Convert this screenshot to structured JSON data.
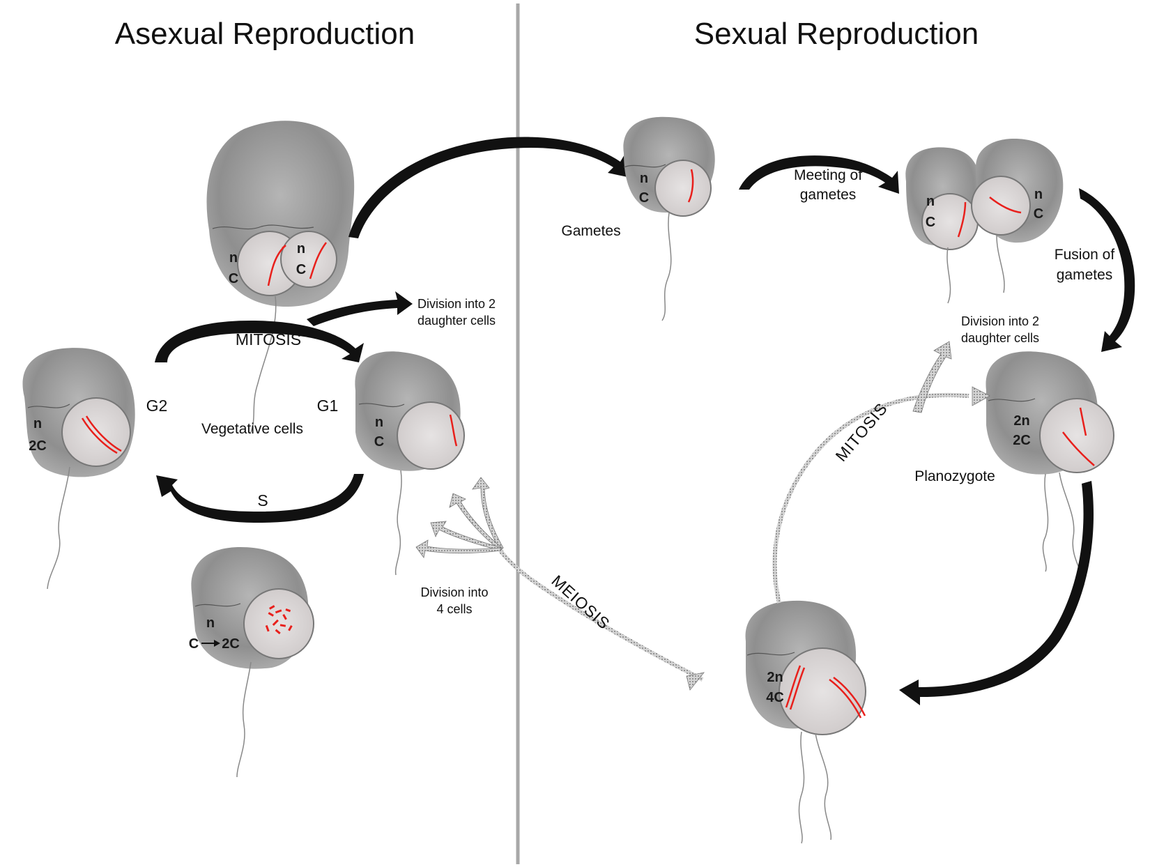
{
  "titles": {
    "asexual": "Asexual Reproduction",
    "sexual": "Sexual Reproduction"
  },
  "labels": {
    "mitosis_asexual": "MITOSIS",
    "s_phase": "S",
    "g1": "G1",
    "g2": "G2",
    "vegetative_cells": "Vegetative cells",
    "division_2_asexual_line1": "Division into 2",
    "division_2_asexual_line2": "daughter cells",
    "division_4_line1": "Division into",
    "division_4_line2": "4 cells",
    "gametes": "Gametes",
    "meeting_line1": "Meeting of",
    "meeting_line2": "gametes",
    "fusion_line1": "Fusion of",
    "fusion_line2": "gametes",
    "division_2_sexual_line1": "Division into 2",
    "division_2_sexual_line2": "daughter cells",
    "planozygote": "Planozygote",
    "mitosis_sexual": "MITOSIS",
    "meiosis": "MEIOSIS"
  },
  "cells": {
    "dividing_cell": {
      "left_ploidy": "n",
      "left_content": "C",
      "right_ploidy": "n",
      "right_content": "C"
    },
    "g2_cell": {
      "ploidy": "n",
      "content": "2C"
    },
    "g1_cell": {
      "ploidy": "n",
      "content": "C"
    },
    "s_cell": {
      "ploidy": "n",
      "content_from": "C",
      "content_to": "2C"
    },
    "gamete": {
      "ploidy": "n",
      "content": "C"
    },
    "meeting_pair": {
      "left_ploidy": "n",
      "left_content": "C",
      "right_ploidy": "n",
      "right_content": "C"
    },
    "planozygote_cell": {
      "ploidy": "2n",
      "content": "2C"
    },
    "meiotic_cell": {
      "ploidy": "2n",
      "content": "4C"
    }
  },
  "colors": {
    "chromosome": "#e8201c",
    "cell_body": "#8f8f8f",
    "nucleus": "#d9d6d6",
    "divider": "#a8a8a8",
    "arrow": "#111111",
    "dotted_arrow": "#c8c8c8"
  }
}
